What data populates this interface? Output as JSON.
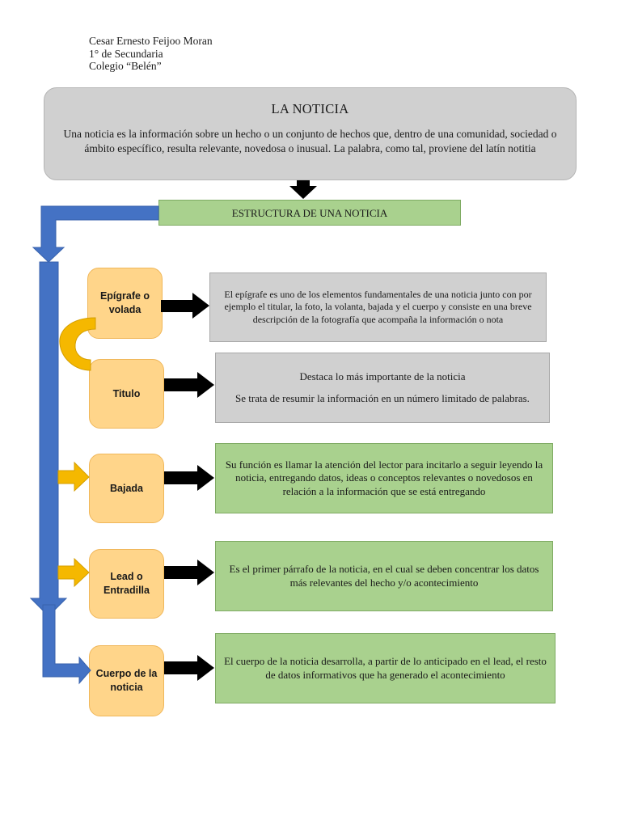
{
  "header": {
    "author": "Cesar Ernesto Feijoo Moran",
    "grade": "1° de Secundaria",
    "school": "Colegio “Belén”"
  },
  "title_box": {
    "title": "LA NOTICIA",
    "description": "Una noticia es la información sobre un hecho o un conjunto de hechos que, dentro de una comunidad, sociedad o ámbito específico, resulta relevante, novedosa o inusual. La palabra, como tal, proviene del latín notitia"
  },
  "structure": {
    "label": "ESTRUCTURA DE UNA NOTICIA"
  },
  "parts": [
    {
      "name": "Epígrafe o volada",
      "description": [
        "El epígrafe es uno de los elementos fundamentales de una noticia junto con por ejemplo el titular, la foto, la volanta, bajada y el cuerpo y consiste en una breve descripción de la fotografía que acompaña la información o nota"
      ]
    },
    {
      "name": "Titulo",
      "description": [
        "Destaca lo más importante de la noticia",
        "Se trata de resumir la información en un número limitado de palabras."
      ]
    },
    {
      "name": "Bajada",
      "description": [
        "Su función  es llamar la atención del lector para incitarlo a seguir leyendo la noticia, entregando datos, ideas o conceptos relevantes o novedosos en relación a la información que se está entregando"
      ]
    },
    {
      "name": "Lead o Entradilla",
      "description": [
        "Es el primer párrafo de la noticia, en el cual se deben concentrar los datos más relevantes del hecho y/o acontecimiento"
      ]
    },
    {
      "name": "Cuerpo  de la noticia",
      "description": [
        "El cuerpo de la noticia desarrolla, a partir de lo anticipado en el lead, el resto de datos informativos que ha generado el acontecimiento"
      ]
    }
  ],
  "colors": {
    "gray_box": "#d0d0d0",
    "green_box": "#a9d18e",
    "orange_node": "#ffd58a",
    "blue_arrow": "#4472c4",
    "gold_arrow": "#f5b800",
    "black_arrow": "#000000"
  }
}
